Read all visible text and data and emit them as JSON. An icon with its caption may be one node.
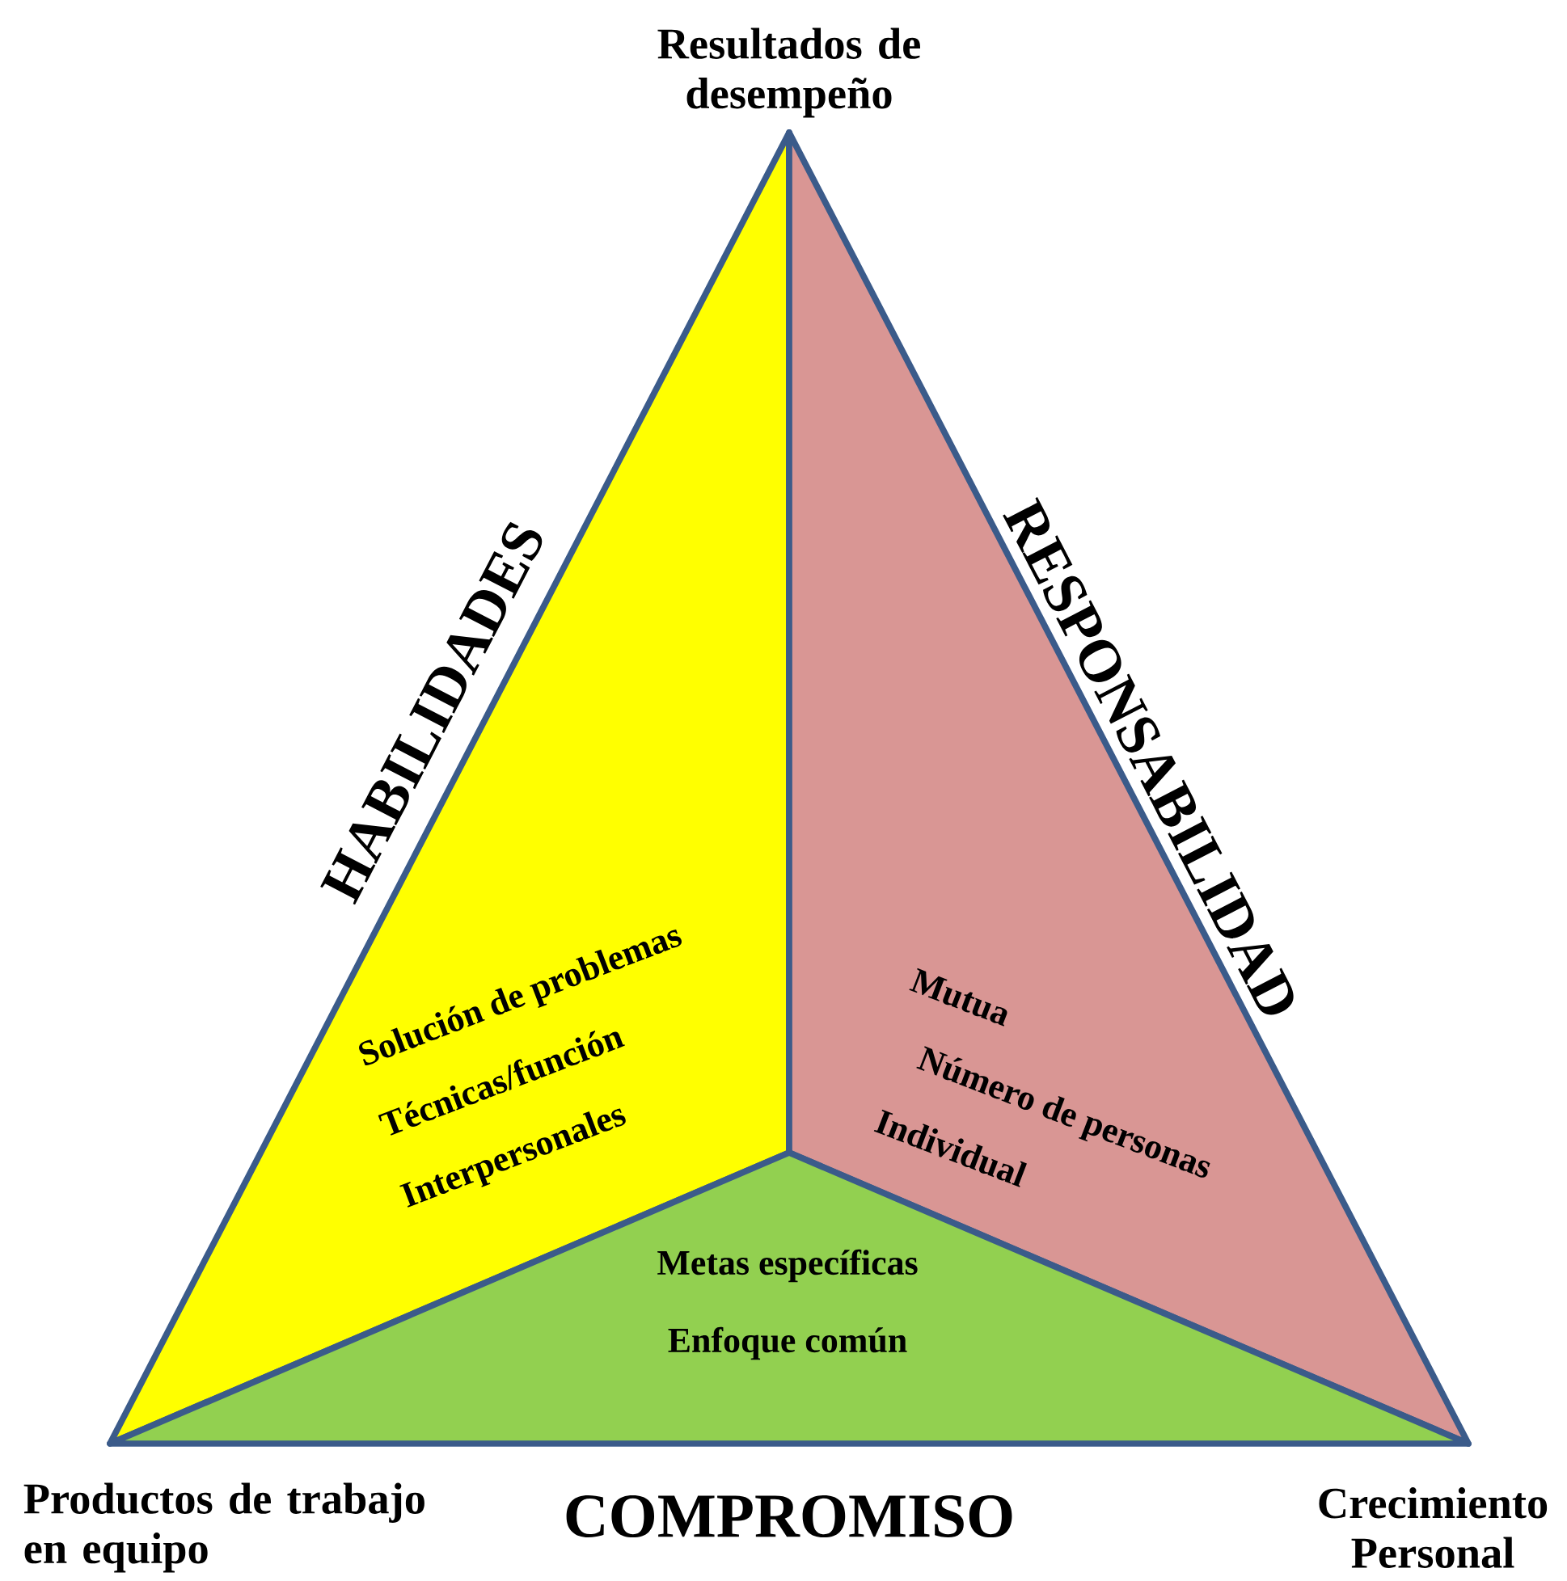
{
  "diagram": {
    "nodes": [
      {
        "text": [
          "HABILIDADES",
          "Solución de problemas",
          "Técnicas/función",
          "Interpersonales"
        ]
      },
      {
        "text": [
          "RESPONSABILIDAD",
          "Mutua",
          "Número de personas",
          "Individual"
        ]
      },
      {
        "text": [
          "Metas específicas",
          "Enfoque común",
          "COMPROMISO"
        ]
      }
    ],
    "labels": [
      "Resultados de desempeño",
      "Productos de trabajo en equipo",
      "Crecimiento Personal"
    ]
  }
}
